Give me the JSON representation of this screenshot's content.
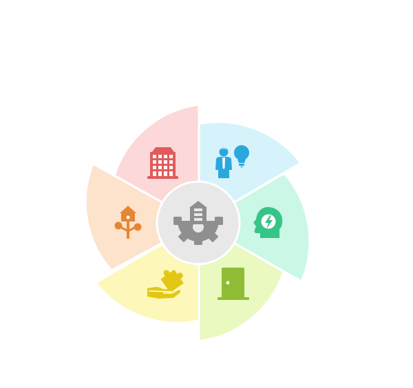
{
  "diagram": {
    "center": {
      "icon": "building-gear-icon",
      "fill": "#e8e8e8",
      "icon_color": "#8f8f8f"
    },
    "segments": [
      {
        "id": "top-right",
        "icon": "businessperson-idea-icon",
        "fill": "#d6f3fc",
        "icon_color": "#2aa8dc"
      },
      {
        "id": "right",
        "icon": "head-lightning-icon",
        "fill": "#caf7e6",
        "icon_color": "#36c487"
      },
      {
        "id": "bottom-right",
        "icon": "door-icon",
        "fill": "#e9f9bf",
        "icon_color": "#8ebd35"
      },
      {
        "id": "bottom-left",
        "icon": "hand-puzzle-icon",
        "fill": "#fdf7b9",
        "icon_color": "#e2c814"
      },
      {
        "id": "left",
        "icon": "tree-birdhouse-icon",
        "fill": "#fde2cc",
        "icon_color": "#e58633"
      },
      {
        "id": "top-left",
        "icon": "office-building-icon",
        "fill": "#fdd8d8",
        "icon_color": "#e25a5a"
      }
    ]
  }
}
